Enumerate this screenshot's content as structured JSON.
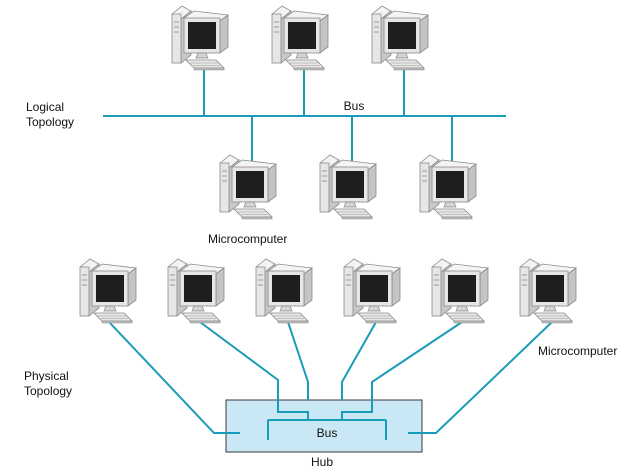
{
  "logical": {
    "label_line1": "Logical",
    "label_line2": "Topology",
    "bus_label": "Bus",
    "computer_label": "Microcomputer"
  },
  "physical": {
    "label_line1": "Physical",
    "label_line2": "Topology",
    "bus_label": "Bus",
    "hub_label": "Hub",
    "computer_label": "Microcomputer"
  },
  "colors": {
    "wire": "#1a9cb8",
    "hub_fill": "#c9e7f5",
    "hub_stroke": "#3a3a3a",
    "computer_body": "#e6e6e6",
    "computer_edge": "#8a8a8a",
    "screen": "#1e1e1e"
  }
}
